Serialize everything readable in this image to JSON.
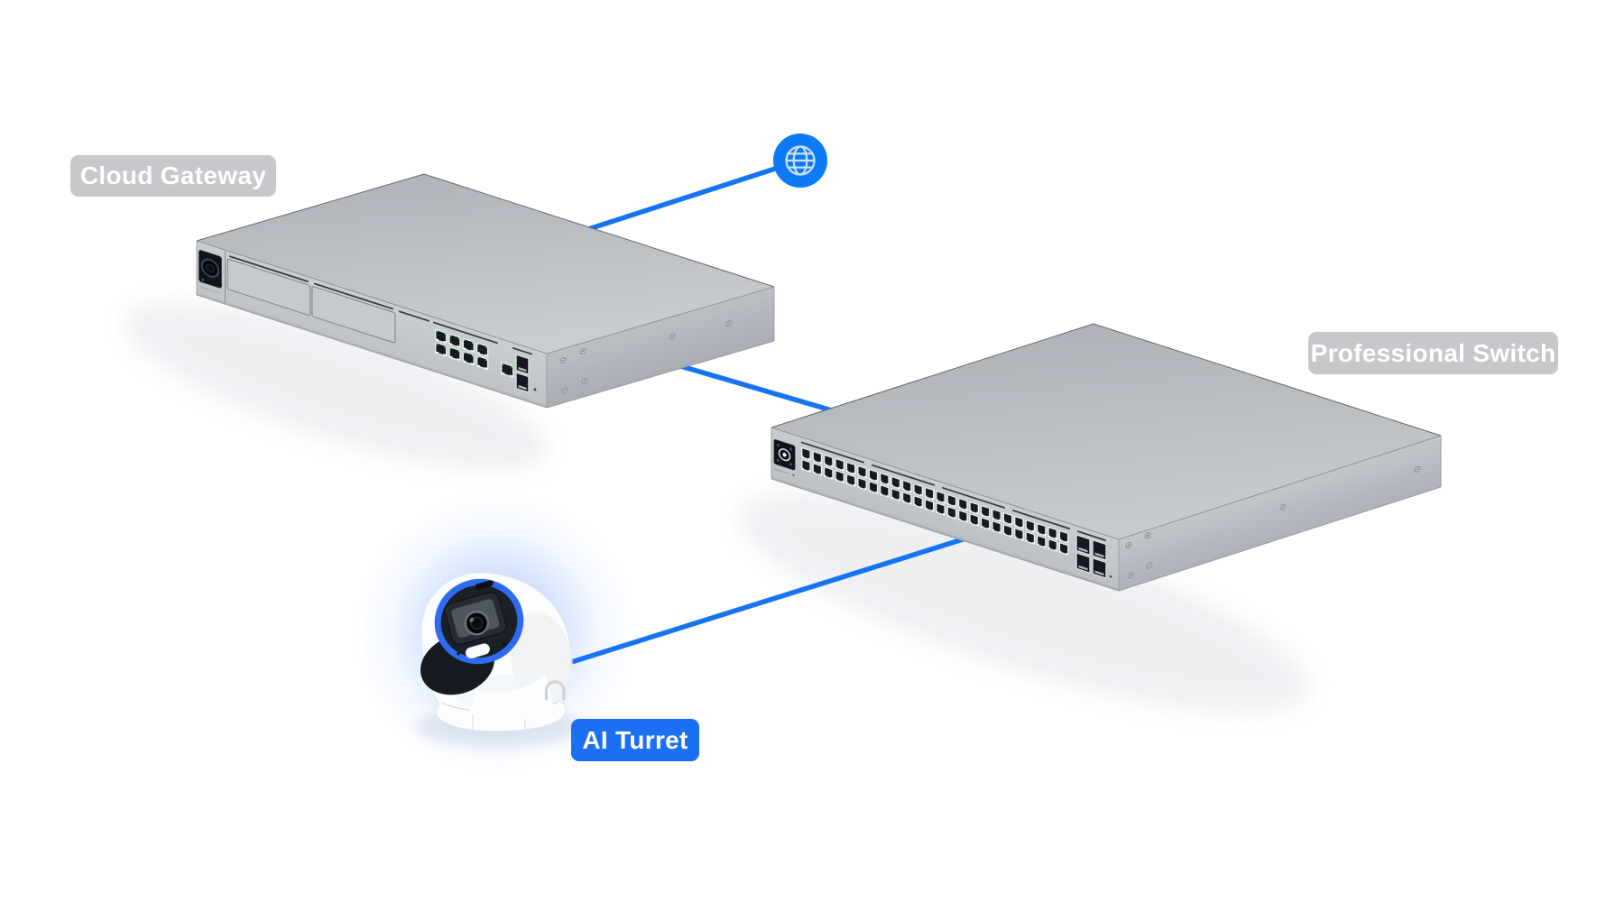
{
  "nodes": {
    "internet": {
      "icon": "globe-icon"
    },
    "cloud_gateway": {
      "label": "Cloud Gateway",
      "label_style": "gray",
      "drive_bays": 2,
      "ports": {
        "lan_rj45": 8,
        "wan_rj45": 1,
        "sfp": 2
      }
    },
    "professional_switch": {
      "label": "Professional Switch",
      "label_style": "gray",
      "ports": {
        "rj45": 48,
        "sfp_plus": 4
      }
    },
    "ai_turret": {
      "label": "AI Turret",
      "label_style": "blue"
    }
  },
  "connections": [
    {
      "from": "internet",
      "to": "cloud_gateway"
    },
    {
      "from": "cloud_gateway",
      "to": "professional_switch"
    },
    {
      "from": "professional_switch",
      "to": "ai_turret"
    }
  ],
  "colors": {
    "connection_blue": "#1673F2",
    "globe_fill": "#0D7BF7",
    "globe_glyph": "#CBDFF9",
    "label_gray_bg": "#C6C8CB",
    "label_blue_bg": "#1B6FF2",
    "label_text": "#FFFFFF",
    "camera_ring_blue": "#2E6BF0",
    "camera_glow": "#5C92FF"
  }
}
